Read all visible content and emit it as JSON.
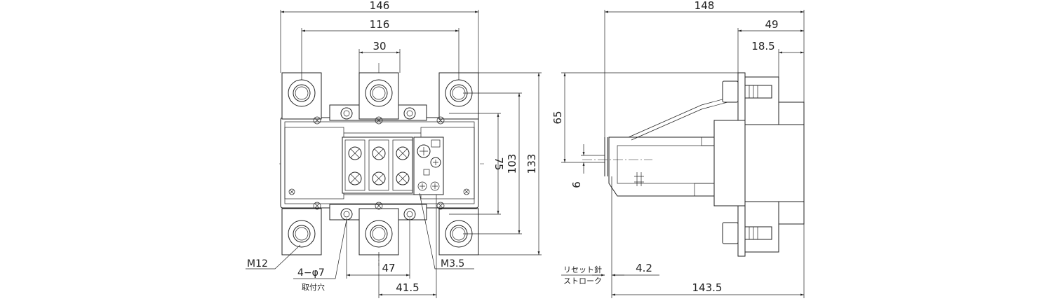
{
  "front_view": {
    "dims": {
      "overall_width": "146",
      "terminal_pitch": "116",
      "center_pitch": "30",
      "mount_height": "75",
      "height_103": "103",
      "overall_height": "133",
      "offset_47": "47",
      "offset_41_5": "41.5"
    },
    "callouts": {
      "main_screw": "M12",
      "mount_hole": "4−φ7",
      "mount_hole_note": "取付穴",
      "aux_screw": "M3.5"
    }
  },
  "side_view": {
    "dims": {
      "overall_depth": "148",
      "depth_49": "49",
      "depth_18_5": "18.5",
      "height_65": "65",
      "stroke_6": "6",
      "offset_4_2": "4.2",
      "depth_143_5": "143.5"
    },
    "reset_label_top": "リセット針",
    "reset_label_bottom": "ストローク"
  }
}
